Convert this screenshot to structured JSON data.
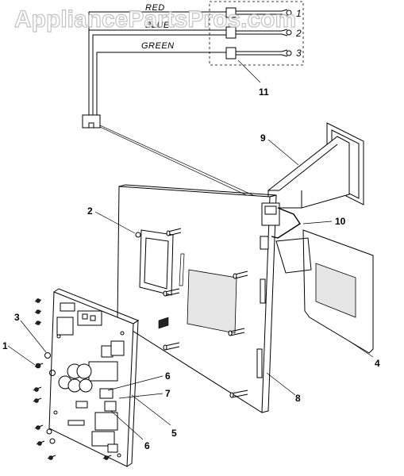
{
  "watermark": "AppliancePartsPros.com",
  "wires": {
    "red": "RED",
    "blue": "BLUE",
    "green": "GREEN"
  },
  "terminals": {
    "t1": "1",
    "t2": "2",
    "t3": "3"
  },
  "callouts": {
    "c1": "1",
    "c2": "2",
    "c3": "3",
    "c4": "4",
    "c5": "5",
    "c6a": "6",
    "c6b": "6",
    "c7": "7",
    "c8": "8",
    "c9": "9",
    "c10": "10",
    "c11": "11"
  }
}
